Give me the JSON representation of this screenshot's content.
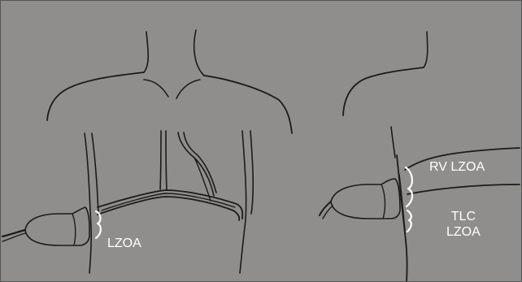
{
  "colors": {
    "background": "#8f8e8c",
    "ink": "#1b1b1b",
    "label": "#ffffff"
  },
  "labels": {
    "left_lzoa": "LZOA",
    "rv_lzoa": "RV LZOA",
    "tlc": "TLC",
    "tlc_lzoa": "LZOA"
  }
}
